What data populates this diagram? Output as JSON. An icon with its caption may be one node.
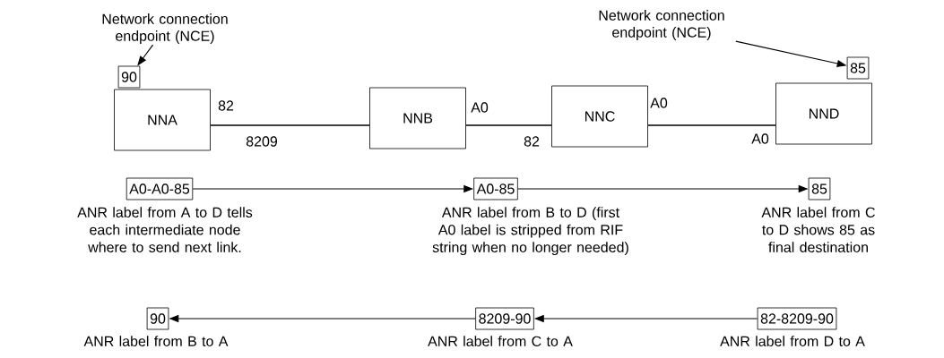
{
  "diagram": {
    "nodes": [
      {
        "text": [
          "NNA"
        ]
      },
      {
        "text": [
          "NNB"
        ]
      },
      {
        "text": [
          "NNC"
        ]
      },
      {
        "text": [
          "NND"
        ]
      },
      {
        "text": [
          "90"
        ]
      },
      {
        "text": [
          "85"
        ]
      },
      {
        "text": [
          "Network connection endpoint (NCE)"
        ]
      },
      {
        "text": [
          "Network connection endpoint (NCE)"
        ]
      },
      {
        "text": [
          "A0-A0-85"
        ],
        "beside": [
          "ANR label from A to D tells each intermediate node where to send next link."
        ]
      },
      {
        "text": [
          "A0-85"
        ],
        "beside": [
          "ANR label from B to D (first A0 label is stripped from RIF string when no longer needed)"
        ]
      },
      {
        "text": [
          "85"
        ],
        "beside": [
          "ANR label from C to D shows 85 as final destination"
        ]
      },
      {
        "text": [
          "90"
        ],
        "beside": [
          "ANR label from B to A"
        ]
      },
      {
        "text": [
          "8209-90"
        ],
        "beside": [
          "ANR label from C to A"
        ]
      },
      {
        "text": [
          "82-8209-90"
        ],
        "beside": [
          "ANR label from D to A"
        ]
      }
    ],
    "edges": [
      {
        "from": 0,
        "to": 1,
        "arrow": "none",
        "label": "8209"
      },
      {
        "from": 1,
        "to": 2,
        "arrow": "none"
      },
      {
        "from": 2,
        "to": 3,
        "arrow": "none"
      },
      {
        "from": 6,
        "to": 4,
        "arrow": "to"
      },
      {
        "from": 7,
        "to": 5,
        "arrow": "to"
      },
      {
        "from": 8,
        "to": 9,
        "arrow": "to"
      },
      {
        "from": 9,
        "to": 10,
        "arrow": "to"
      },
      {
        "from": 13,
        "to": 12,
        "arrow": "to"
      },
      {
        "from": 12,
        "to": 11,
        "arrow": "to"
      }
    ],
    "labels": [
      "82",
      "A0",
      "82",
      "A0",
      "A0"
    ]
  }
}
